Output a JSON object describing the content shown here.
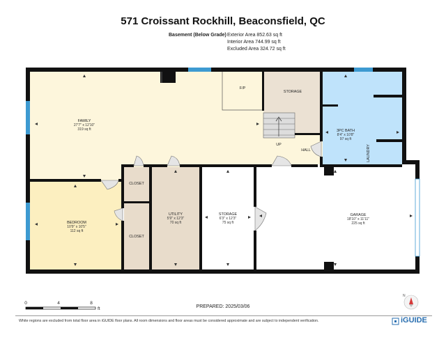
{
  "address": "571 Croissant Rockhill, Beaconsfield, QC",
  "floor_name": "Basement (Below Grade)",
  "areas": {
    "exterior": "Exterior Area 852.63 sq ft",
    "interior": "Interior Area 744.99 sq ft",
    "excluded": "Excluded Area 324.72 sq ft"
  },
  "rooms": {
    "family": {
      "name": "FAMILY",
      "dims": "27'7\" x 12'10\"",
      "area": "319 sq ft"
    },
    "bedroom": {
      "name": "BEDROOM",
      "dims": "10'9\" x 10'5\"",
      "area": "112 sq ft"
    },
    "closet1": {
      "name": "CLOSET"
    },
    "closet2": {
      "name": "CLOSET"
    },
    "utility": {
      "name": "UTILITY",
      "dims": "5'9\" x 12'3\"",
      "area": "70 sq ft"
    },
    "storage_low": {
      "name": "STORAGE",
      "dims": "6'3\" x 12'3\"",
      "area": "75 sq ft"
    },
    "garage": {
      "name": "GARAGE",
      "dims": "18'10\" x 11'11\"",
      "area": "225 sq ft"
    },
    "bath": {
      "name": "3PC BATH",
      "dims": "8'4\" x 10'8\"",
      "area": "97 sq ft"
    },
    "storage_top": {
      "name": "STORAGE"
    },
    "fp": {
      "name": "F/P"
    },
    "up": {
      "name": "UP"
    },
    "hall": {
      "name": "HALL"
    },
    "laundry": {
      "name": "LAUNDRY"
    }
  },
  "scale": {
    "zero": "0",
    "four": "4",
    "eight": "8",
    "unit": "ft"
  },
  "prepared": "PREPARED: 2025/03/06",
  "disclaimer": "White regions are excluded from total floor area in iGUIDE floor plans. All room dimensions and floor areas must be considered approximate and are subject to independent verification.",
  "brand": "iGUIDE",
  "colors": {
    "family": "#fdf6dc",
    "bedroom": "#fcefc0",
    "closet_utility": "#e8dccb",
    "storage": "#ebe1d3",
    "bath": "#bfe3fb",
    "wall": "#111111",
    "window": "#3d9ad1"
  }
}
